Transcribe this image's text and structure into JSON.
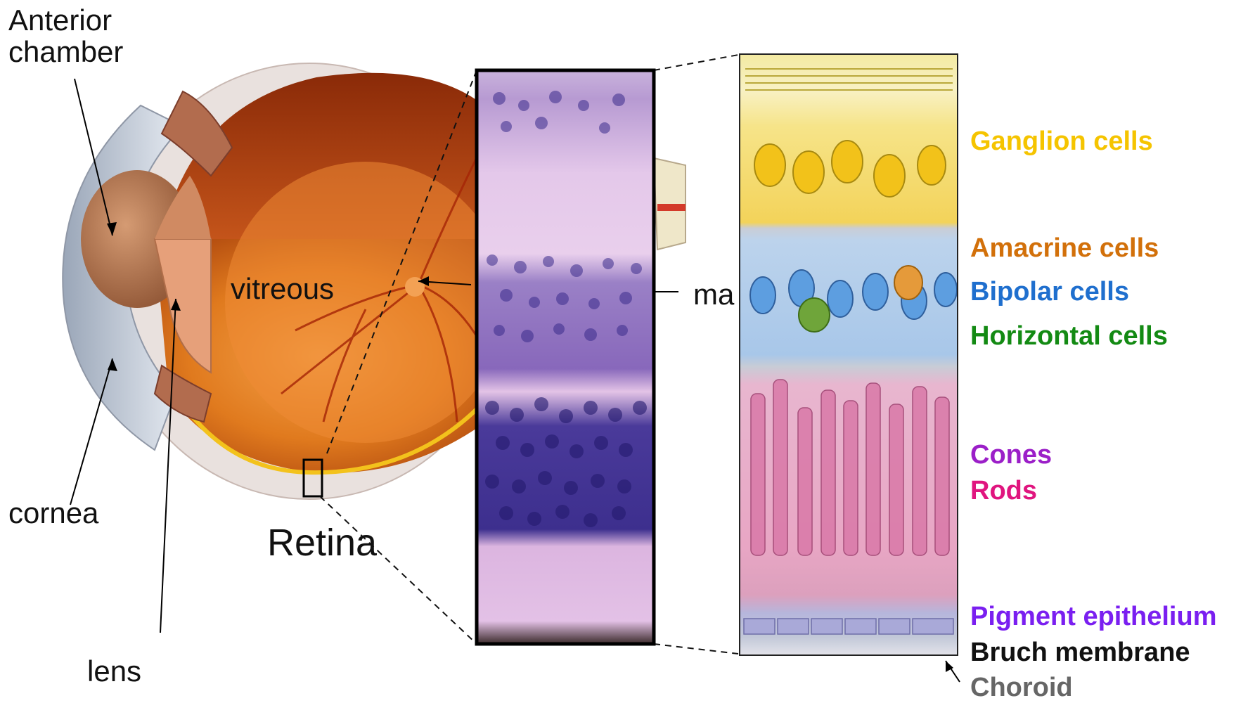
{
  "eye_labels": {
    "anterior_line1": "Anterior",
    "anterior_line2": "chamber",
    "vitreous": "vitreous",
    "cornea": "cornea",
    "lens": "lens",
    "retina": "Retina",
    "macula_partial": "ma"
  },
  "cell_labels": [
    {
      "text": "Ganglion cells",
      "color": "#f5c400"
    },
    {
      "text": "Amacrine cells",
      "color": "#d2700a"
    },
    {
      "text": "Bipolar cells",
      "color": "#1f6fce"
    },
    {
      "text": "Horizontal cells",
      "color": "#138a13"
    },
    {
      "text": "Cones",
      "color": "#9b1fc8"
    },
    {
      "text": "Rods",
      "color": "#e0157f"
    },
    {
      "text": "Pigment epithelium",
      "color": "#7a1ff0"
    },
    {
      "text": "Bruch membrane",
      "color": "#111111"
    },
    {
      "text": "Choroid",
      "color": "#666666"
    }
  ]
}
